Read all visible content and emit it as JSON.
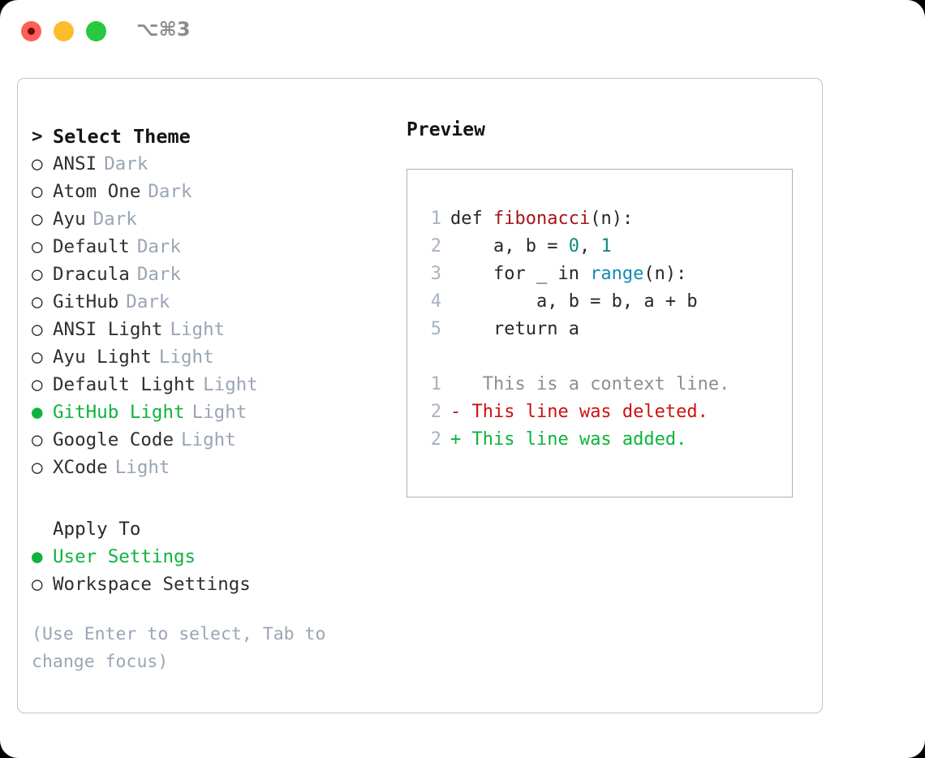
{
  "titlebar": {
    "shortcut": "⌥⌘3",
    "lights": [
      {
        "name": "close",
        "color": "#fc6058"
      },
      {
        "name": "minimize",
        "color": "#fdbc2d"
      },
      {
        "name": "zoom",
        "color": "#28c83f"
      }
    ]
  },
  "theme_list": {
    "header_prefix": ">",
    "header": "Select Theme",
    "bullet_off": "○",
    "bullet_on": "●",
    "items": [
      {
        "label": "ANSI",
        "tag": "Dark",
        "selected": false
      },
      {
        "label": "Atom One",
        "tag": "Dark",
        "selected": false
      },
      {
        "label": "Ayu",
        "tag": "Dark",
        "selected": false
      },
      {
        "label": "Default",
        "tag": "Dark",
        "selected": false
      },
      {
        "label": "Dracula",
        "tag": "Dark",
        "selected": false
      },
      {
        "label": "GitHub",
        "tag": "Dark",
        "selected": false
      },
      {
        "label": "ANSI Light",
        "tag": "Light",
        "selected": false
      },
      {
        "label": "Ayu Light",
        "tag": "Light",
        "selected": false
      },
      {
        "label": "Default Light",
        "tag": "Light",
        "selected": false
      },
      {
        "label": "GitHub Light",
        "tag": "Light",
        "selected": true
      },
      {
        "label": "Google Code",
        "tag": "Light",
        "selected": false
      },
      {
        "label": "XCode",
        "tag": "Light",
        "selected": false
      }
    ]
  },
  "apply_to": {
    "header": "Apply To",
    "items": [
      {
        "label": "User Settings",
        "selected": true
      },
      {
        "label": "Workspace Settings",
        "selected": false
      }
    ]
  },
  "hint": "(Use Enter to select, Tab to change focus)",
  "preview": {
    "title": "Preview",
    "code_lines": [
      {
        "no": "1",
        "tokens": [
          {
            "text": "def ",
            "type": "plain"
          },
          {
            "text": "fibonacci",
            "type": "func"
          },
          {
            "text": "(n):",
            "type": "plain"
          }
        ]
      },
      {
        "no": "2",
        "tokens": [
          {
            "text": "    a, b = ",
            "type": "plain"
          },
          {
            "text": "0",
            "type": "num"
          },
          {
            "text": ", ",
            "type": "plain"
          },
          {
            "text": "1",
            "type": "num"
          }
        ]
      },
      {
        "no": "3",
        "tokens": [
          {
            "text": "    for _ in ",
            "type": "plain"
          },
          {
            "text": "range",
            "type": "call"
          },
          {
            "text": "(n):",
            "type": "plain"
          }
        ]
      },
      {
        "no": "4",
        "tokens": [
          {
            "text": "        a, b = b, a + b",
            "type": "plain"
          }
        ]
      },
      {
        "no": "5",
        "tokens": [
          {
            "text": "    return a",
            "type": "plain"
          }
        ]
      }
    ],
    "diff_lines": [
      {
        "no": "1",
        "marker": " ",
        "text": "  This is a context line.",
        "kind": "context"
      },
      {
        "no": "2",
        "marker": "-",
        "text": " This line was deleted.",
        "kind": "del"
      },
      {
        "no": "2",
        "marker": "+",
        "text": " This line was added.",
        "kind": "add"
      }
    ]
  },
  "colors": {
    "accent_green": "#0cb43c",
    "muted": "#9aa5b5",
    "border": "#bcc5d2",
    "preview_border": "#a8b2c0",
    "syntax_function": "#a5161c",
    "syntax_number": "#0b8a80",
    "syntax_call": "#1489b8",
    "diff_delete": "#cc1111",
    "diff_add": "#0cb43c",
    "diff_context": "#8a8f96"
  }
}
